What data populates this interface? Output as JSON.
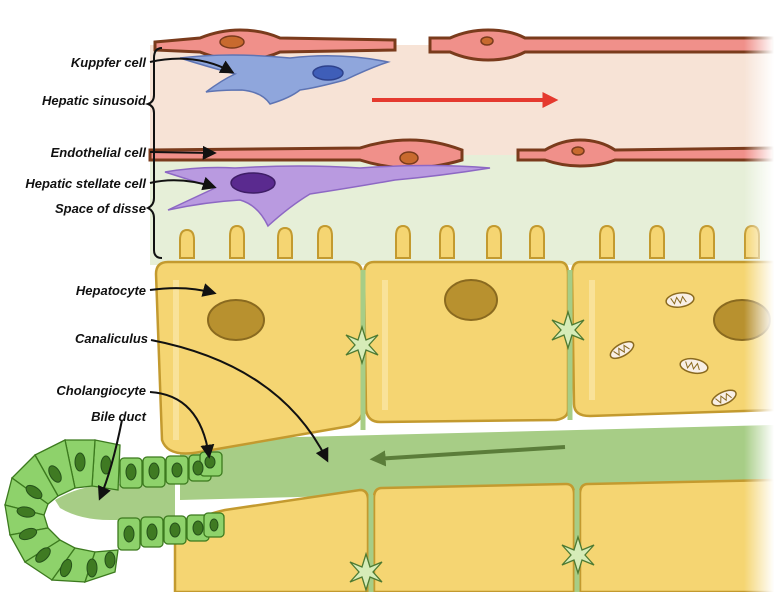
{
  "labels": {
    "kupffer": "Kuppfer cell",
    "sinusoid": "Hepatic sinusoid",
    "endothelial": "Endothelial cell",
    "stellate": "Hepatic stellate cell",
    "disse": "Space of disse",
    "hepatocyte": "Hepatocyte",
    "canaliculus": "Canaliculus",
    "cholangiocyte": "Cholangiocyte",
    "bile_duct": "Bile duct"
  },
  "colors": {
    "sinusoid_bg": "#f7e3d6",
    "disse_bg": "#e6efd8",
    "endothelial": "#f0908a",
    "endothelial_stroke": "#7a3b1c",
    "kupffer": "#8fa6dc",
    "stellate": "#b99ae0",
    "hepatocyte": "#f5d572",
    "hepatocyte_stroke": "#c39a2f",
    "nucleus": "#b8912f",
    "canal": "#a7cd86",
    "cholangiocyte": "#8ed26b",
    "blood_flow_arrow": "#e53a2f",
    "bile_flow_arrow": "#5b7d3a"
  },
  "icons": [
    "mitochondrion-icon",
    "canaliculus-junction-icon"
  ]
}
